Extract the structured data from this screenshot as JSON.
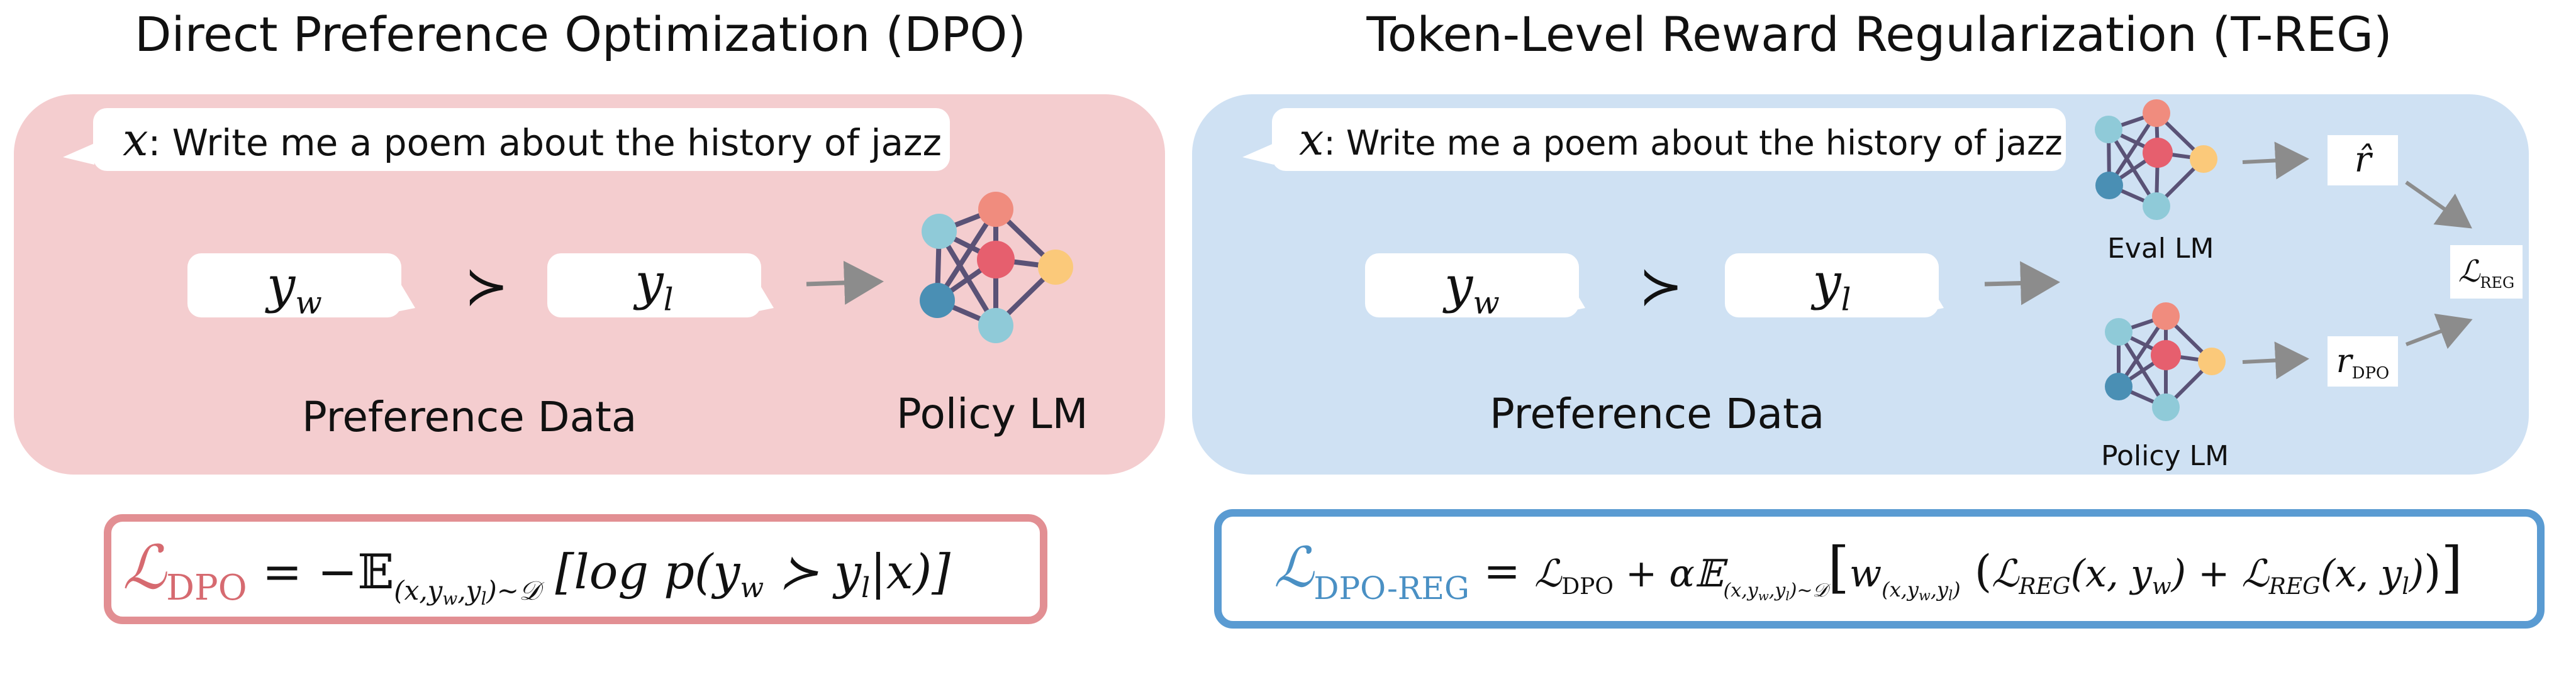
{
  "left": {
    "title": "Direct Preference Optimization (DPO)",
    "prompt_var": "x",
    "prompt_text": ": Write me a poem about the history of jazz",
    "yw_main": "y",
    "yw_sub": "w",
    "prec": "≻",
    "yl_main": "y",
    "yl_sub": "l",
    "data_label": "Preference Data",
    "model_label": "Policy LM",
    "loss": {
      "lhs_main": "ℒ",
      "lhs_sub": "DPO",
      "eq": " = −𝔼",
      "exp_sub": "(x,y",
      "exp_sub2": "w",
      "exp_sub3": ",y",
      "exp_sub4": "l",
      "exp_sub5": ")∼𝒟",
      "body": " [log p(y",
      "body_sub1": "w",
      "body_mid": " ≻ y",
      "body_sub2": "l",
      "body_end": "|x)]"
    }
  },
  "right": {
    "title": "Token-Level Reward Regularization (T-REG)",
    "prompt_var": "x",
    "prompt_text": ": Write me a poem about the history of jazz",
    "yw_main": "y",
    "yw_sub": "w",
    "prec": "≻",
    "yl_main": "y",
    "yl_sub": "l",
    "data_label": "Preference Data",
    "eval_label": "Eval LM",
    "policy_label": "Policy LM",
    "rhat": "r̂",
    "rdpo_main": "r",
    "rdpo_sub": "DPO",
    "lreg_main": "ℒ",
    "lreg_sub": "REG",
    "loss": {
      "lhs_main": "ℒ",
      "lhs_sub": "DPO-REG",
      "eq": " = ",
      "t1": "ℒ",
      "t1_sub": "DPO",
      "plus": " + α𝔼",
      "e_sub": "(x,y",
      "e_sub2": "w",
      "e_sub3": ",y",
      "e_sub4": "l",
      "e_sub5": ")∼𝒟",
      "bracket_open": "[",
      "w": "w",
      "w_sub": "(x,y",
      "w_sub2": "w",
      "w_sub3": ",y",
      "w_sub4": "l",
      "w_sub5": ")",
      "paren_open": " (",
      "r1": "ℒ",
      "r1_sub": "REG",
      "r1_args": "(x, y",
      "r1_args_sub": "w",
      "r1_close": ")",
      "plus2": " + ",
      "r2": "ℒ",
      "r2_sub": "REG",
      "r2_args": "(x, y",
      "r2_args_sub": "l",
      "r2_close": ")",
      "paren_close": ")",
      "bracket_close": "]"
    }
  },
  "colors": {
    "left_panel": "#f4cdcf",
    "right_panel": "#cfe1f3",
    "left_border": "#e28f93",
    "right_border": "#5a9bd2",
    "left_loss_text": "#d66a70",
    "right_loss_text": "#4a90c4",
    "arrow": "#8c8c8c",
    "node_edge": "#5a5276",
    "node_red": "#e65f6e",
    "node_salmon": "#f08c7e",
    "node_yellow": "#fbc97a",
    "node_cyan": "#8fcad8",
    "node_blue": "#4a8fb4"
  }
}
